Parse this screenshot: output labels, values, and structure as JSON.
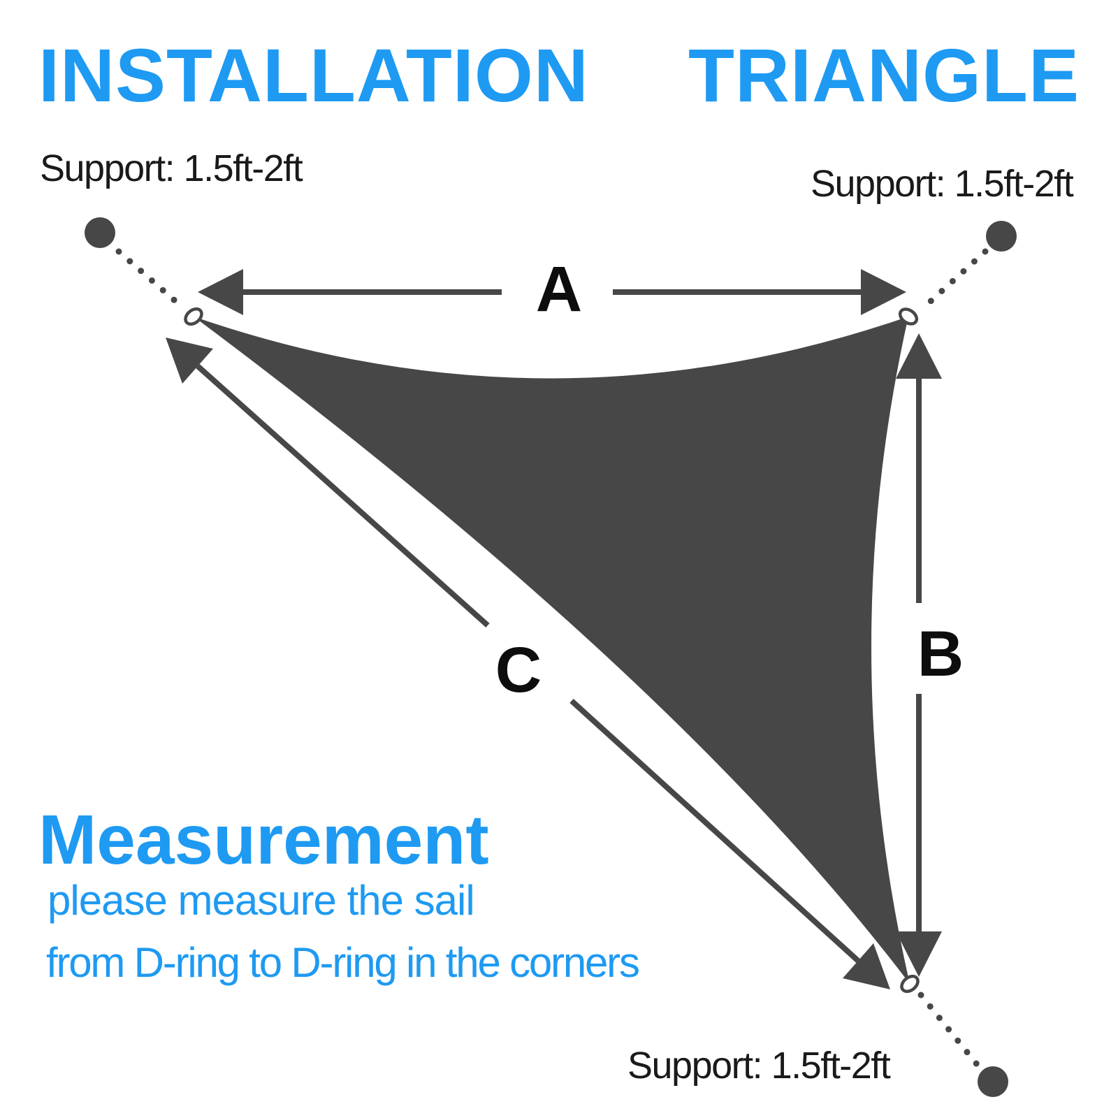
{
  "title": {
    "left": "INSTALLATION",
    "right": "TRIANGLE"
  },
  "supports": {
    "top_left": "Support: 1.5ft-2ft",
    "top_right": "Support: 1.5ft-2ft",
    "bottom": "Support: 1.5ft-2ft"
  },
  "dimension_labels": {
    "a": "A",
    "b": "B",
    "c": "C"
  },
  "measurement": {
    "heading": "Measurement",
    "line1": "please measure the sail",
    "line2": "from D-ring to D-ring in the corners"
  },
  "colors": {
    "accent_blue": "#1E9AF2",
    "sail_gray": "#474747",
    "text_dark": "#1A1A1A",
    "label_black": "#0D0D0D",
    "background": "#FFFFFF"
  }
}
